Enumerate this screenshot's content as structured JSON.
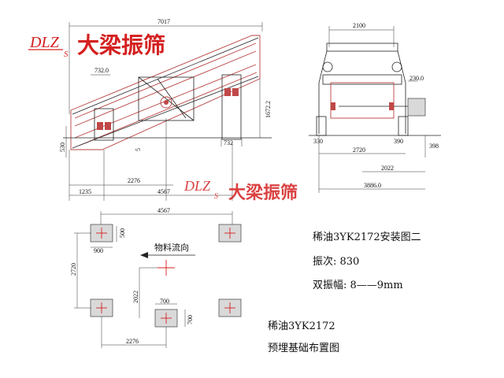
{
  "brand": {
    "logo_text": "DLZ",
    "logo_sub": "S",
    "name": "大梁振筛",
    "color": "#d42020"
  },
  "side_view": {
    "dims": {
      "overall_length": "7017",
      "left_support": "732.0",
      "right_support": "732",
      "height_right": "1672.2",
      "height_left": "530",
      "left_offset": "1235",
      "inner_span": "2276",
      "support_span": "4567",
      "small_mark": "5"
    }
  },
  "end_view": {
    "dims": {
      "top_width": "2100",
      "motor_height": "230.0",
      "left_edge": "330",
      "right_edge": "390",
      "base_width": "2720",
      "right_offset": "398",
      "inner_width": "2022",
      "overall_width": "3886.0"
    }
  },
  "plan_view": {
    "dims": {
      "span": "4567",
      "pad_height": "500",
      "pad_width": "900",
      "width_total": "2720",
      "half_width": "2022",
      "pad2_width": "700",
      "pad2_height": "700",
      "bottom_span": "2276"
    },
    "flow_label": "物料流向"
  },
  "info": {
    "title": "稀油3YK2172安装图二",
    "vibration": "振次: 830",
    "amplitude": "双振幅: 8——9mm"
  },
  "foundation": {
    "line1": "稀油3YK2172",
    "line2": "预埋基础布置图"
  }
}
